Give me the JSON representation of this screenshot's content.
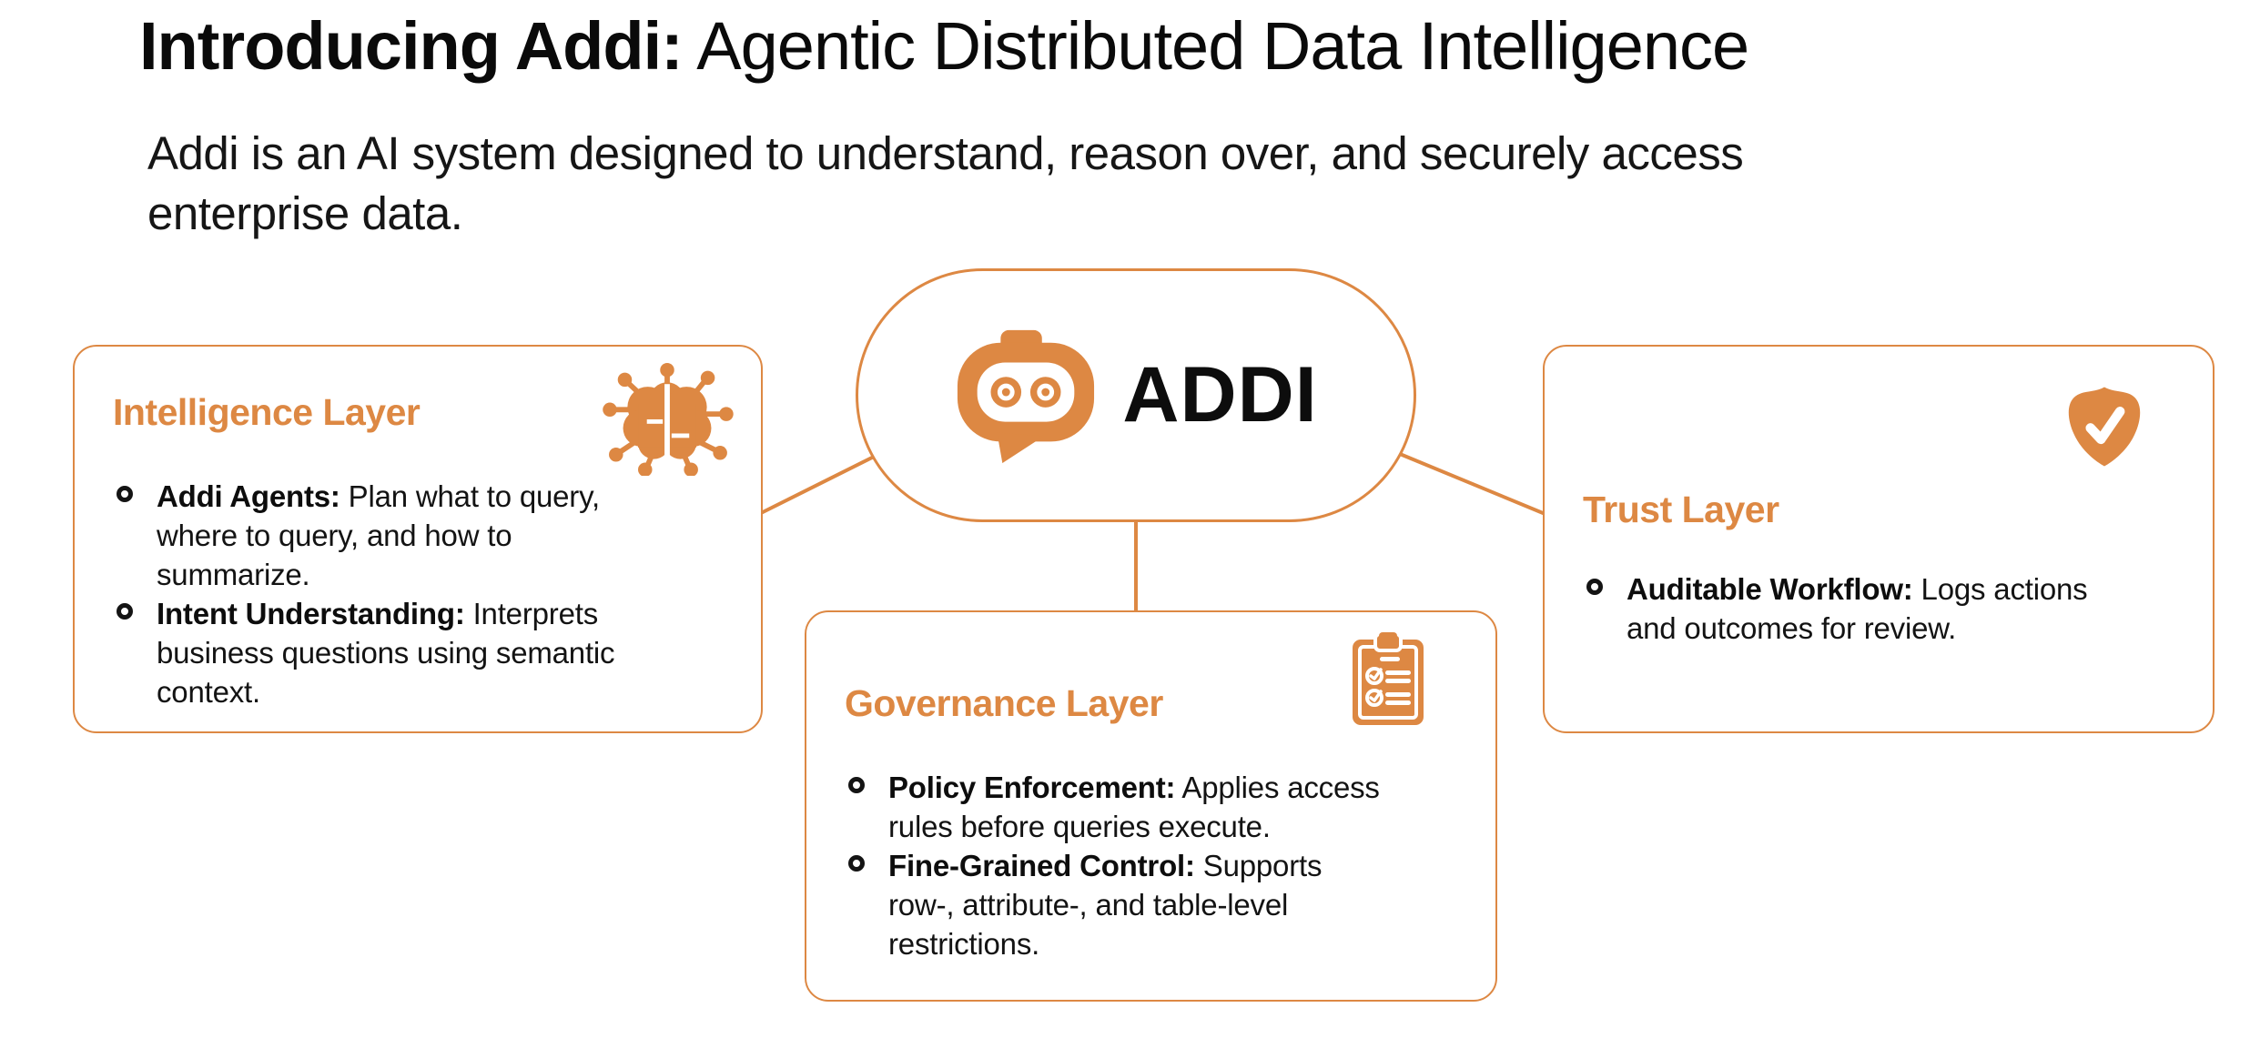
{
  "colors": {
    "accent": "#DD8843",
    "title_text": "#0A0A0A",
    "body_text": "#131313",
    "background": "#FFFFFF"
  },
  "header": {
    "title_bold": "Introducing Addi:",
    "title_regular": " Agentic Distributed Data Intelligence",
    "subtitle": "Addi is an AI system designed to understand, reason over, and securely access\nenterprise data."
  },
  "center": {
    "label": "ADDI",
    "icon": "robot-chat-icon"
  },
  "boxes": [
    {
      "id": "intelligence",
      "title": "Intelligence Layer",
      "icon": "brain-circuit-icon",
      "bullets": [
        {
          "label": "Addi Agents:",
          "lines": [
            "Plan what to query,",
            "where to query, and how to",
            "summarize."
          ]
        },
        {
          "label": "Intent Understanding:",
          "lines": [
            "Interprets",
            "business questions using semantic",
            "context."
          ]
        }
      ]
    },
    {
      "id": "governance",
      "title": "Governance Layer",
      "icon": "clipboard-checklist-icon",
      "bullets": [
        {
          "label": "Policy Enforcement:",
          "lines": [
            "Applies access",
            "rules before queries execute."
          ]
        },
        {
          "label": "Fine-Grained Control:",
          "lines": [
            "Supports",
            "row-, attribute-, and table-level",
            "restrictions."
          ]
        }
      ]
    },
    {
      "id": "trust",
      "title": "Trust Layer",
      "icon": "shield-check-icon",
      "bullets": [
        {
          "label": "Auditable Workflow:",
          "lines": [
            "Logs actions",
            "and outcomes for review."
          ]
        }
      ]
    }
  ]
}
